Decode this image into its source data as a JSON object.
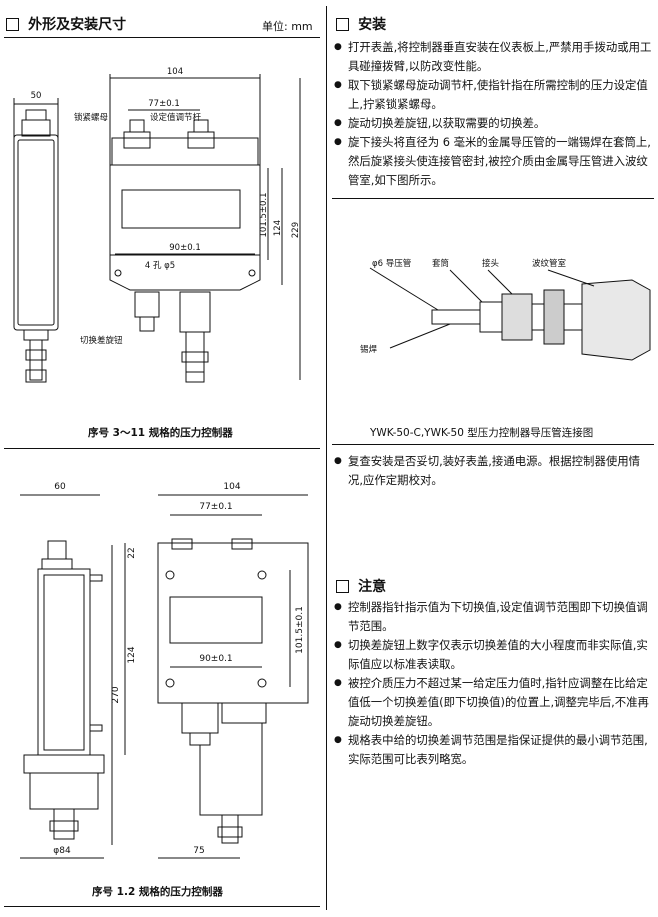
{
  "left": {
    "section_title": "外形及安装尺寸",
    "unit": "单位: mm",
    "fig1": {
      "dims": {
        "w104": "104",
        "w77": "77±0.1",
        "w50": "50",
        "h101": "101.5±0.1",
        "h124": "124",
        "h229": "229",
        "w90": "90±0.1",
        "holes": "4 孔 φ5"
      },
      "labels": {
        "lock_nut": "锁紧螺母",
        "setpoint": "设定值调节杆",
        "diff_knob": "切换差旋钮"
      },
      "caption": "序号 3～11 规格的压力控制器"
    },
    "fig2": {
      "dims": {
        "w60": "60",
        "w104": "104",
        "w77": "77±0.1",
        "h22": "22",
        "h124": "124",
        "h270": "270",
        "h101": "101.5±0.1",
        "w90": "90±0.1",
        "d84": "φ84",
        "w75": "75"
      },
      "caption": "序号 1.2 规格的压力控制器"
    }
  },
  "right": {
    "install": {
      "title": "安装",
      "items": [
        "打开表盖,将控制器垂直安装在仪表板上,严禁用手拨动或用工具碰撞拨臂,以防改变性能。",
        "取下锁紧螺母旋动调节杆,使指针指在所需控制的压力设定值上,拧紧锁紧螺母。",
        "旋动切换差旋钮,以获取需要的切换差。",
        "旋下接头将直径为 6 毫米的金属导压管的一端锡焊在套筒上,然后旋紧接头使连接管密封,被控介质由金属导压管进入波纹管室,如下图所示。"
      ]
    },
    "pipe_fig": {
      "labels": {
        "pipe": "φ6 导压管",
        "sleeve": "套筒",
        "joint": "接头",
        "bellows": "波纹管室",
        "solder": "锡焊"
      },
      "caption": "YWK-50-C,YWK-50 型压力控制器导压管连接图"
    },
    "after": [
      "复查安装是否妥切,装好表盖,接通电源。根据控制器使用情况,应作定期校对。"
    ],
    "notes": {
      "title": "注意",
      "items": [
        "控制器指针指示值为下切换值,设定值调节范围即下切换值调节范围。",
        "切换差旋钮上数字仅表示切换差值的大小程度而非实际值,实际值应以标准表读取。",
        "被控介质压力不超过某一给定压力值时,指针应调整在比给定值低一个切换差值(即下切换值)的位置上,调整完毕后,不准再旋动切换差旋钮。",
        "规格表中给的切换差调节范围是指保证提供的最小调节范围,实际范围可比表列略宽。"
      ]
    }
  }
}
